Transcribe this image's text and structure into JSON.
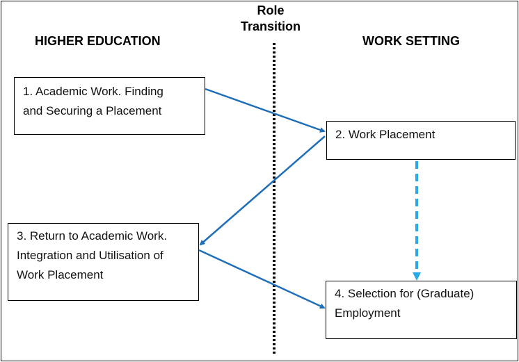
{
  "headings": {
    "left": "HIGHER EDUCATION",
    "right": "WORK SETTING",
    "center_line1": "Role",
    "center_line2": "Transition"
  },
  "boxes": {
    "box1": {
      "line1": "1. Academic Work.  Finding",
      "line2": "and Securing a Placement"
    },
    "box2": {
      "line1": "2. Work Placement"
    },
    "box3": {
      "line1": "3. Return to Academic Work.",
      "line2": "Integration and Utilisation of",
      "line3": "Work Placement"
    },
    "box4": {
      "line1": "4. Selection for (Graduate)",
      "line2": "Employment"
    }
  },
  "colors": {
    "arrow_solid": "#1f6fb8",
    "arrow_dashed": "#29a8e6",
    "divider": "#000000",
    "box_border": "#000000"
  }
}
